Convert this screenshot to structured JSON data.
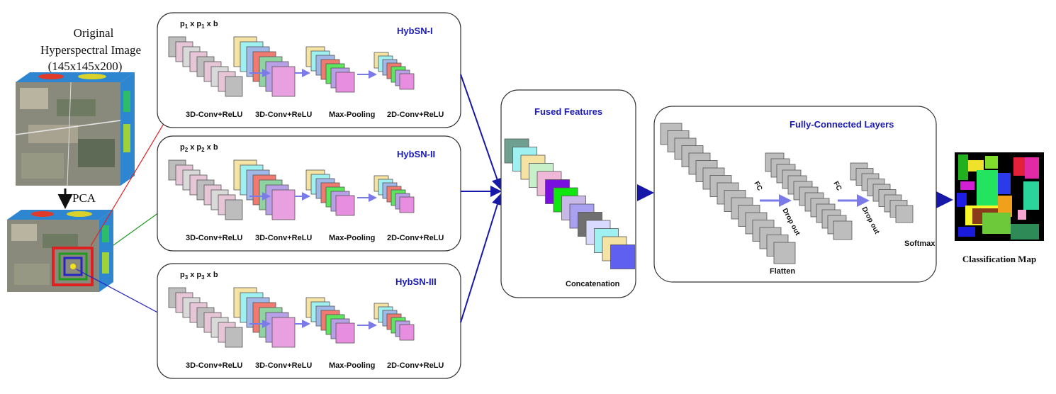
{
  "input": {
    "line1": "Original",
    "line2": "Hyperspectral Image",
    "line3": "(145x145x200)",
    "pca_label": "PCA"
  },
  "branches": [
    {
      "title": "HybSN-I",
      "patch_prefix": "p",
      "sub1": "1",
      "x": " x ",
      "sub2": "1",
      "suffix": " x b",
      "layers": [
        "3D-Conv+ReLU",
        "3D-Conv+ReLU",
        "Max-Pooling",
        "2D-Conv+ReLU"
      ]
    },
    {
      "title": "HybSN-II",
      "patch_prefix": "p",
      "sub1": "2",
      "x": " x ",
      "sub2": "2",
      "suffix": " x b",
      "layers": [
        "3D-Conv+ReLU",
        "3D-Conv+ReLU",
        "Max-Pooling",
        "2D-Conv+ReLU"
      ]
    },
    {
      "title": "HybSN-III",
      "patch_prefix": "p",
      "sub1": "3",
      "x": " x ",
      "sub2": "3",
      "suffix": " x b",
      "layers": [
        "3D-Conv+ReLU",
        "3D-Conv+ReLU",
        "Max-Pooling",
        "2D-Conv+ReLU"
      ]
    }
  ],
  "fusion": {
    "title": "Fused Features",
    "caption": "Concatenation"
  },
  "fc": {
    "title": "Fully-Connected Layers",
    "fc1": "FC",
    "drop1": "Drop out",
    "fc2": "FC",
    "drop2": "Drop out",
    "flatten": "Flatten",
    "softmax": "Softmax"
  },
  "output": {
    "caption": "Classification Map"
  },
  "colors": {
    "box_stroke": "#333333",
    "title_blue": "#1a1ab5",
    "arrow_navy": "#1717a8",
    "arrow_red": "#e02020",
    "arrow_green": "#1f9a1f",
    "arrow_blue": "#2424c0",
    "arrow_pale": "#7a7ae8",
    "block_gray": "#bdbdbd",
    "block_pink": "#e6c6d6"
  }
}
